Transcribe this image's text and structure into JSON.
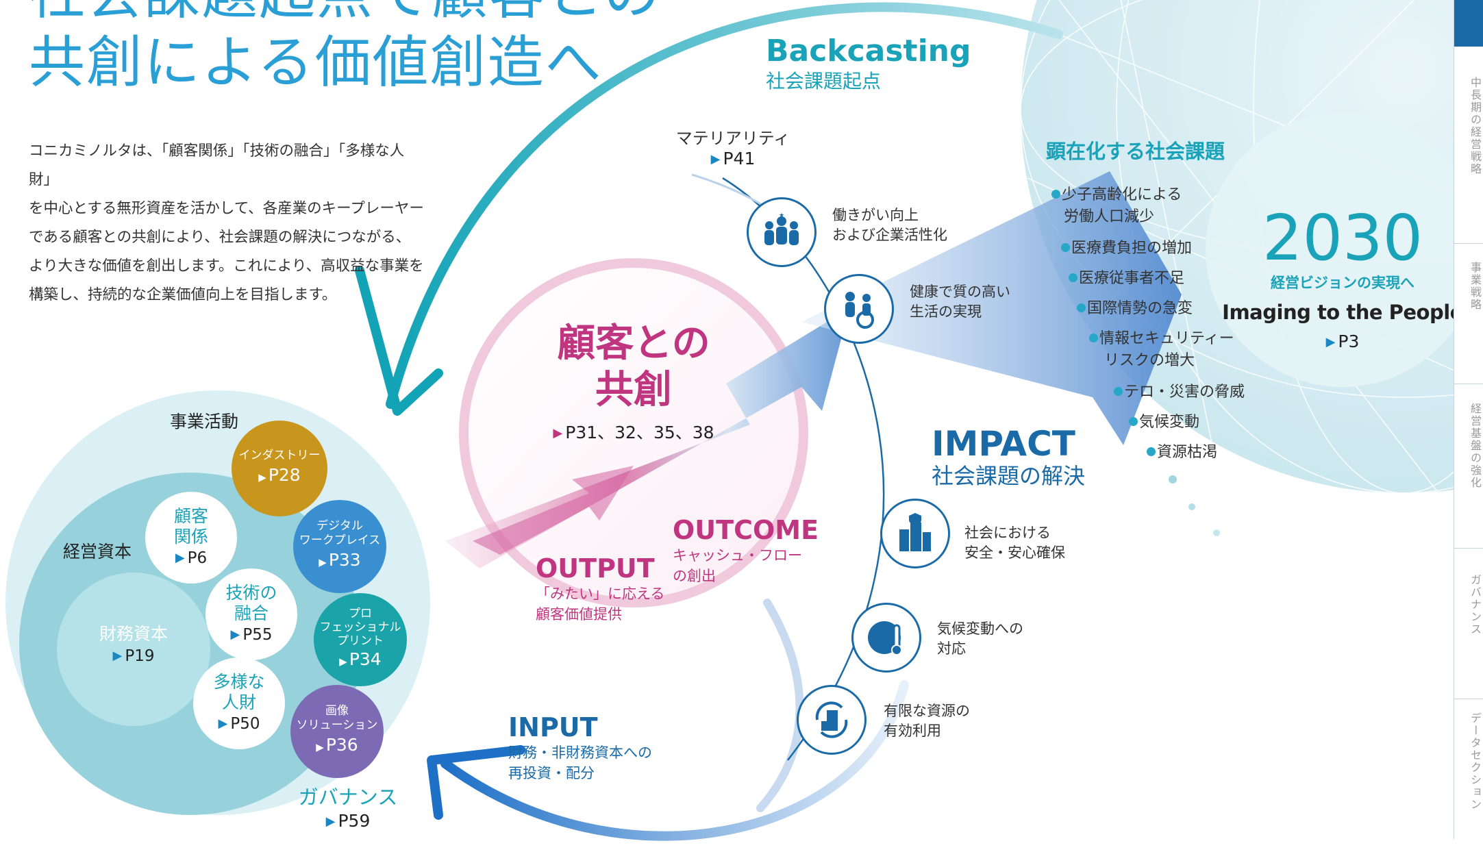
{
  "title": {
    "line1": "社会課題起点で顧客との",
    "line2": "共創による価値創造へ"
  },
  "intro": [
    "コニカミノルタは、「顧客関係」「技術の融合」「多様な人財」",
    "を中心とする無形資産を活かして、各産業のキープレーヤー",
    "である顧客との共創により、社会課題の解決につながる、",
    "より大きな価値を創出します。これにより、高収益な事業を",
    "構築し、持続的な企業価値向上を目指します。"
  ],
  "backcasting": {
    "en": "Backcasting",
    "jp": "社会課題起点"
  },
  "materiality": {
    "label": "マテリアリティ",
    "page": "P41"
  },
  "materiality_items": [
    {
      "icon": "team-icon",
      "line1": "働きがい向上",
      "line2": "および企業活性化"
    },
    {
      "icon": "care-icon",
      "line1": "健康で質の高い",
      "line2": "生活の実現"
    },
    {
      "icon": "safety-building-icon",
      "line1": "社会における",
      "line2": "安全・安心確保"
    },
    {
      "icon": "globe-thermometer-icon",
      "line1": "気候変動への",
      "line2": "対応"
    },
    {
      "icon": "recycle-building-icon",
      "line1": "有限な資源の",
      "line2": "有効利用"
    }
  ],
  "issues": {
    "heading": "顕在化する社会課題",
    "items": [
      "少子高齢化による",
      "労働人口減少",
      "医療費負担の増加",
      "医療従事者不足",
      "国際情勢の急変",
      "情報セキュリティー",
      "リスクの増大",
      "テロ・災害の脅威",
      "気候変動",
      "資源枯渇"
    ]
  },
  "vision": {
    "year": "2030",
    "caption": "経営ビジョンの実現へ",
    "tagline": "Imaging to the People",
    "page": "P3"
  },
  "cocreation": {
    "line1": "顧客との",
    "line2": "共創",
    "pages": "P31、32、35、38"
  },
  "impact": {
    "en": "IMPACT",
    "jp": "社会課題の解決"
  },
  "outcome": {
    "en": "OUTCOME",
    "line1": "キャッシュ・フロー",
    "line2": "の創出"
  },
  "output": {
    "en": "OUTPUT",
    "line1": "「みたい」に応える",
    "line2": "顧客価値提供"
  },
  "input": {
    "en": "INPUT",
    "line1": "財務・非財務資本への",
    "line2": "再投資・配分"
  },
  "business": {
    "heading": "事業活動",
    "capital_label": "経営資本"
  },
  "business_units": [
    {
      "line1": "インダストリー",
      "line2": "",
      "line3": "",
      "page": "P28",
      "color": "#c8961c"
    },
    {
      "line1": "デジタル",
      "line2": "ワークプレイス",
      "line3": "",
      "page": "P33",
      "color": "#3a8fd0"
    },
    {
      "line1": "プロ",
      "line2": "フェッショナル",
      "line3": "プリント",
      "page": "P34",
      "color": "#1aa3a8"
    },
    {
      "line1": "画像",
      "line2": "ソリューション",
      "line3": "",
      "page": "P36",
      "color": "#7c6bb4"
    }
  ],
  "capitals": [
    {
      "line1": "顧客",
      "line2": "関係",
      "page": "P6"
    },
    {
      "line1": "技術の",
      "line2": "融合",
      "page": "P55"
    },
    {
      "line1": "多様な",
      "line2": "人財",
      "page": "P50"
    }
  ],
  "financial": {
    "label": "財務資本",
    "page": "P19"
  },
  "governance": {
    "label": "ガバナンス",
    "page": "P59"
  },
  "side_tabs": [
    "中長期の経営戦略",
    "事業戦略",
    "経営基盤の強化",
    "ガバナンス",
    "データセクション"
  ],
  "colors": {
    "teal": "#27a7c7",
    "blue": "#1a6aa7",
    "magenta": "#c0357f",
    "navy": "#1a6aa7",
    "heading_teal": "#1aa3b8"
  }
}
